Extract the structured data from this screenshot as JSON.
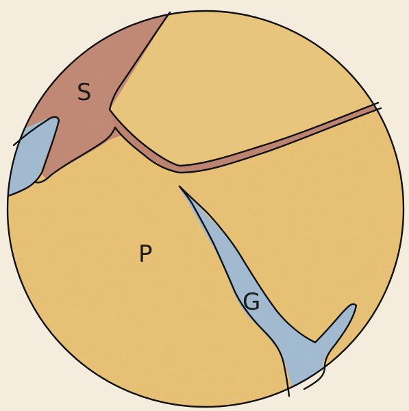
{
  "labels": {
    "s": "S",
    "p": "P",
    "g": "G"
  },
  "colors": {
    "paper": "#f4ecdd",
    "yellow_region": "#f0c97a",
    "red_region": "#c9907a",
    "blue_region": "#a9c2d8",
    "outline": "#111111"
  }
}
